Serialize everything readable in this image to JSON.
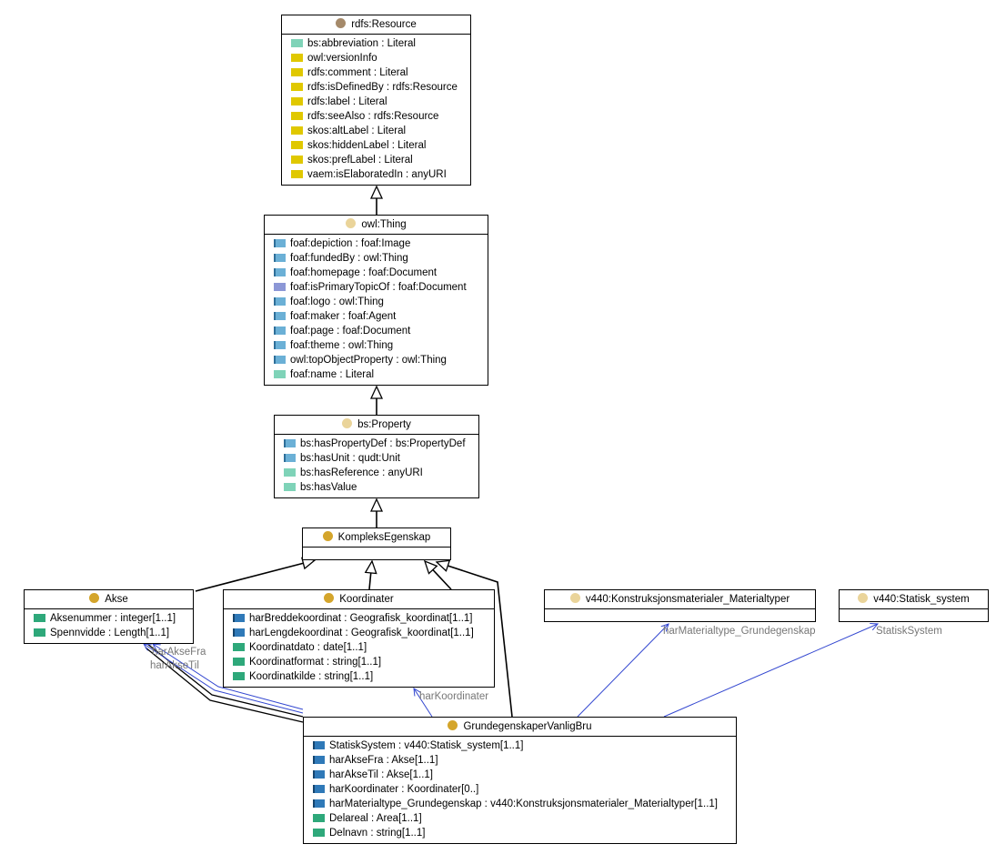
{
  "colors": {
    "dot_brown": "#a58a6a",
    "dot_pale": "#ead49a",
    "dot_gold": "#d4a52b",
    "edge_blue": "#3347d0",
    "label_gray": "#777777"
  },
  "classes": {
    "resource": {
      "title": "rdfs:Resource",
      "attrs": [
        {
          "text": "bs:abbreviation : Literal",
          "icon": "datatype-property-icon"
        },
        {
          "text": "owl:versionInfo",
          "icon": "annotation-property-icon"
        },
        {
          "text": "rdfs:comment : Literal",
          "icon": "annotation-property-icon"
        },
        {
          "text": "rdfs:isDefinedBy : rdfs:Resource",
          "icon": "annotation-property-icon"
        },
        {
          "text": "rdfs:label : Literal",
          "icon": "annotation-property-icon"
        },
        {
          "text": "rdfs:seeAlso : rdfs:Resource",
          "icon": "annotation-property-icon"
        },
        {
          "text": "skos:altLabel : Literal",
          "icon": "annotation-property-icon"
        },
        {
          "text": "skos:hiddenLabel : Literal",
          "icon": "annotation-property-icon"
        },
        {
          "text": "skos:prefLabel : Literal",
          "icon": "annotation-property-icon"
        },
        {
          "text": "vaem:isElaboratedIn : anyURI",
          "icon": "annotation-property-icon"
        }
      ]
    },
    "thing": {
      "title": "owl:Thing",
      "attrs": [
        {
          "text": "foaf:depiction : foaf:Image",
          "icon": "object-property-icon"
        },
        {
          "text": "foaf:fundedBy : owl:Thing",
          "icon": "object-property-icon"
        },
        {
          "text": "foaf:homepage : foaf:Document",
          "icon": "object-property-icon"
        },
        {
          "text": "foaf:isPrimaryTopicOf : foaf:Document",
          "icon": "inverse-property-icon"
        },
        {
          "text": "foaf:logo : owl:Thing",
          "icon": "object-property-icon"
        },
        {
          "text": "foaf:maker : foaf:Agent",
          "icon": "object-property-icon"
        },
        {
          "text": "foaf:page : foaf:Document",
          "icon": "object-property-icon"
        },
        {
          "text": "foaf:theme : owl:Thing",
          "icon": "object-property-icon"
        },
        {
          "text": "owl:topObjectProperty : owl:Thing",
          "icon": "object-property-icon"
        },
        {
          "text": "foaf:name : Literal",
          "icon": "datatype-property-icon"
        }
      ]
    },
    "property": {
      "title": "bs:Property",
      "attrs": [
        {
          "text": "bs:hasPropertyDef : bs:PropertyDef",
          "icon": "object-property-icon"
        },
        {
          "text": "bs:hasUnit : qudt:Unit",
          "icon": "object-property-icon"
        },
        {
          "text": "bs:hasReference : anyURI",
          "icon": "datatype-property-icon"
        },
        {
          "text": "bs:hasValue",
          "icon": "datatype-property-icon"
        }
      ]
    },
    "kompleks": {
      "title": "KompleksEgenskap",
      "attrs": []
    },
    "akse": {
      "title": "Akse",
      "attrs": [
        {
          "text": "Aksenummer : integer[1..1]",
          "icon": "attribute-icon"
        },
        {
          "text": "Spennvidde : Length[1..1]",
          "icon": "attribute-icon"
        }
      ]
    },
    "koordinater": {
      "title": "Koordinater",
      "attrs": [
        {
          "text": "harBreddekoordinat : Geografisk_koordinat[1..1]",
          "icon": "association-icon"
        },
        {
          "text": "harLengdekoordinat : Geografisk_koordinat[1..1]",
          "icon": "association-icon"
        },
        {
          "text": "Koordinatdato : date[1..1]",
          "icon": "attribute-icon"
        },
        {
          "text": "Koordinatformat : string[1..1]",
          "icon": "attribute-icon"
        },
        {
          "text": "Koordinatkilde : string[1..1]",
          "icon": "attribute-icon"
        }
      ]
    },
    "materialtyper": {
      "title": "v440:Konstruksjonsmaterialer_Materialtyper",
      "attrs": []
    },
    "statisk": {
      "title": "v440:Statisk_system",
      "attrs": []
    },
    "grunnegenskaper": {
      "title": "GrundegenskaperVanligBru",
      "attrs": [
        {
          "text": "StatiskSystem : v440:Statisk_system[1..1]",
          "icon": "association-icon"
        },
        {
          "text": "harAkseFra : Akse[1..1]",
          "icon": "association-icon"
        },
        {
          "text": "harAkseTil : Akse[1..1]",
          "icon": "association-icon"
        },
        {
          "text": "harKoordinater : Koordinater[0..]",
          "icon": "association-icon"
        },
        {
          "text": "harMaterialtype_Grundegenskap : v440:Konstruksjonsmaterialer_Materialtyper[1..1]",
          "icon": "association-icon"
        },
        {
          "text": "Delareal : Area[1..1]",
          "icon": "attribute-icon"
        },
        {
          "text": "Delnavn : string[1..1]",
          "icon": "attribute-icon"
        }
      ]
    }
  },
  "edge_labels": {
    "har_akse_fra": "harAkseFra",
    "har_akse_til": "harAkseTil",
    "har_koordinater": "harKoordinater",
    "har_materialtype": "harMaterialtype_Grundegenskap",
    "statisk_system": "StatiskSystem"
  }
}
